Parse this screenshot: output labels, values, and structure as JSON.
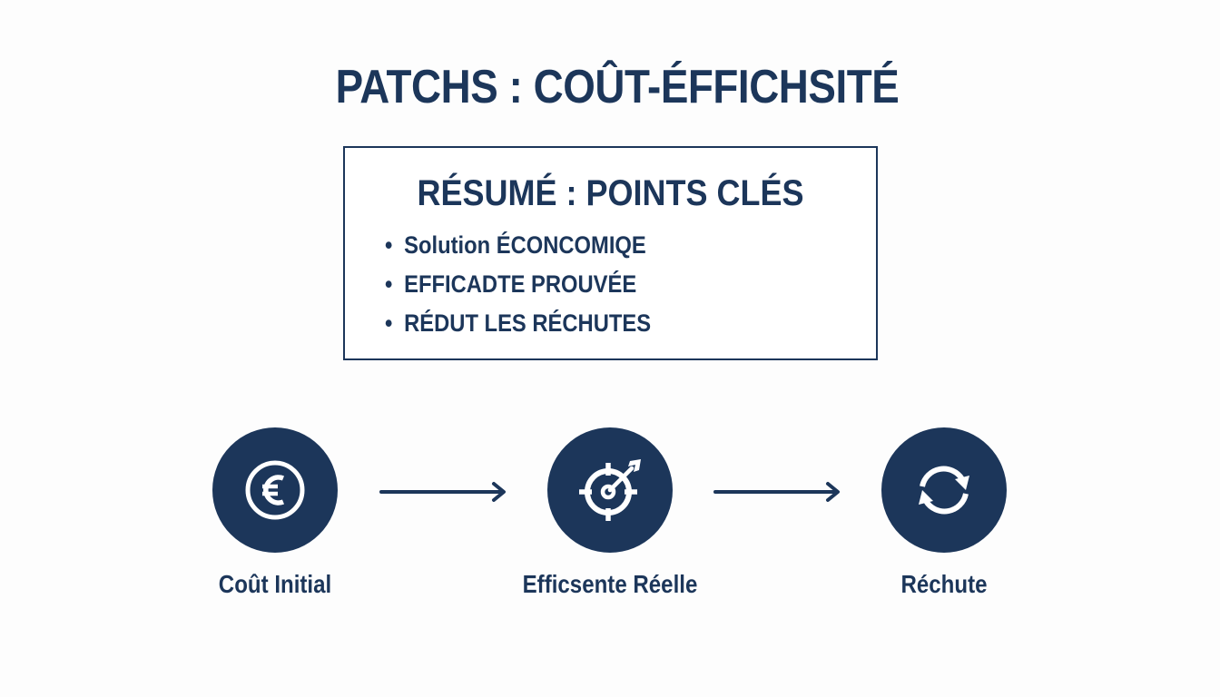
{
  "title": "PATCHS : COÛT-ÉFFICHSITÉ",
  "summary": {
    "heading": "RÉSUMÉ : POINTS CLÉS",
    "bullet_glyph": "•",
    "items": [
      "Solution ÉCONCOMIQE",
      "EFFICADTE PROUVÉE",
      "RÉDUT LES RÉCHUTES"
    ]
  },
  "flow": {
    "nodes": [
      {
        "label": "Coût Initial",
        "icon": "euro-coin-icon"
      },
      {
        "label": "Efficsente Réelle",
        "icon": "target-arrow-icon"
      },
      {
        "label": "Réchute",
        "icon": "refresh-cycle-icon"
      }
    ],
    "connector": "arrow-right-icon"
  },
  "colors": {
    "primary": "#1c365a",
    "background": "#fdfdfd",
    "icon": "#ffffff"
  }
}
